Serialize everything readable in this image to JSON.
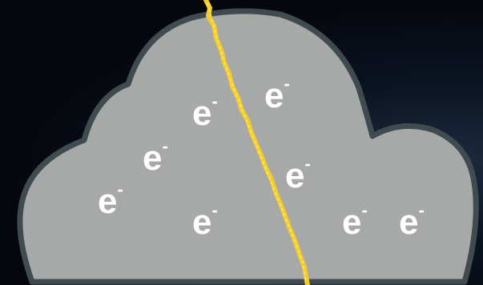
{
  "scene": {
    "background_color": "#05070c",
    "cloud_fill": "#a6a9a8",
    "cloud_outline": "#3f4b4f",
    "lightning_color": "#f2cc2a"
  },
  "electrons": [
    {
      "symbol": "e",
      "charge": "-"
    },
    {
      "symbol": "e",
      "charge": "-"
    },
    {
      "symbol": "e",
      "charge": "-"
    },
    {
      "symbol": "e",
      "charge": "-"
    },
    {
      "symbol": "e",
      "charge": "-"
    },
    {
      "symbol": "e",
      "charge": "-"
    },
    {
      "symbol": "e",
      "charge": "-"
    },
    {
      "symbol": "e",
      "charge": "-"
    }
  ]
}
